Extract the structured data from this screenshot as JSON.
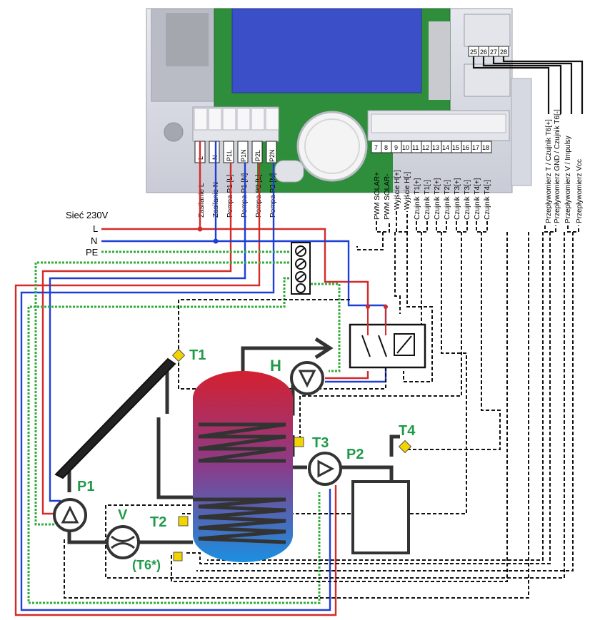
{
  "colors": {
    "live": "#d42a2a",
    "neutral": "#1e3fd6",
    "earth": "#2fae3a",
    "signal": "#111111",
    "sensor": "#f2d400",
    "accent_label": "#1f9a4a",
    "screen": "#3a4fc8",
    "pcb": "#2e9a3e"
  },
  "mains": {
    "title": "Sieć 230V",
    "l": "L",
    "n": "N",
    "pe": "PE"
  },
  "power_terminals": [
    {
      "code": "L",
      "label": "Zasilanie L"
    },
    {
      "code": "N",
      "label": "Zasilanie N"
    },
    {
      "code": "P1L",
      "label": "Pompa P1 [L]"
    },
    {
      "code": "P1N",
      "label": "Pompa P1 [N]"
    },
    {
      "code": "P2L",
      "label": "Pompa P2 [L]"
    },
    {
      "code": "P2N",
      "label": "Pompa P2 [N]"
    }
  ],
  "signal_terminals": [
    {
      "num": "7",
      "label": "PWM SOLAR+"
    },
    {
      "num": "8",
      "label": "PWM SOLAR-"
    },
    {
      "num": "9",
      "label": "Wyjście H[+]"
    },
    {
      "num": "10",
      "label": "Wyjście H[-]"
    },
    {
      "num": "11",
      "label": "Czujnik T1[+]"
    },
    {
      "num": "12",
      "label": "Czujnik T1[-]"
    },
    {
      "num": "13",
      "label": "Czujnik T2[+]"
    },
    {
      "num": "14",
      "label": "Czujnik T2[-]"
    },
    {
      "num": "15",
      "label": "Czujnik T3[+]"
    },
    {
      "num": "16",
      "label": "Czujnik T3[-]"
    },
    {
      "num": "17",
      "label": "Czujnik T4[+]"
    },
    {
      "num": "18",
      "label": "Czujnik T4[-]"
    }
  ],
  "flow_terminals": [
    {
      "num": "25",
      "label": "Przepływomierz T / Czujnik T6[+]"
    },
    {
      "num": "26",
      "label": "Przepływomierz GND / Czujnik T6[-]"
    },
    {
      "num": "27",
      "label": "Przepływomierz V / Impulsy"
    },
    {
      "num": "28",
      "label": "Przepływomierz Vcc"
    }
  ],
  "components": {
    "t1": "T1",
    "t2": "T2",
    "t3": "T3",
    "t4": "T4",
    "t6": "(T6*)",
    "p1": "P1",
    "p2": "P2",
    "h": "H",
    "v": "V"
  }
}
